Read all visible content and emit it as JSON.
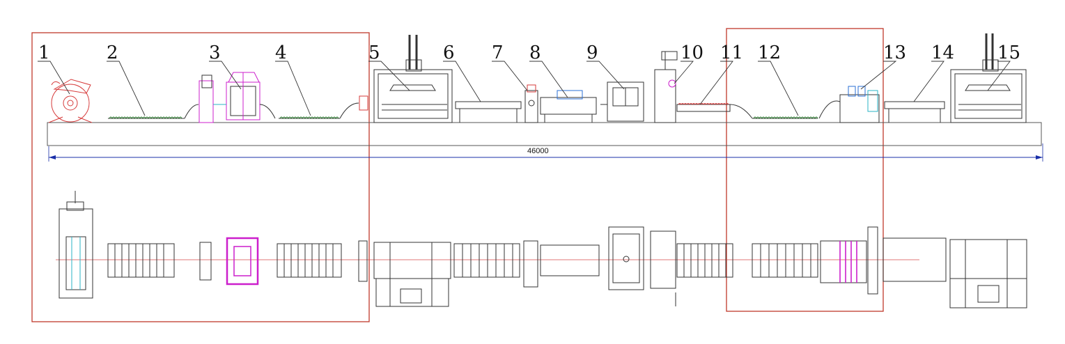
{
  "diagram": {
    "callouts": [
      "1",
      "2",
      "3",
      "4",
      "5",
      "6",
      "7",
      "8",
      "9",
      "10",
      "11",
      "12",
      "13",
      "14",
      "15"
    ],
    "dimension": "46000",
    "colors": {
      "line": "#333333",
      "dimension": "#1a2fa8",
      "highlight_box": "#c0392b",
      "centerline": "#d94a4a",
      "accent_magenta": "#cc1fcc",
      "accent_blue": "#2a6fd6",
      "accent_cyan": "#2ab3c6"
    }
  }
}
